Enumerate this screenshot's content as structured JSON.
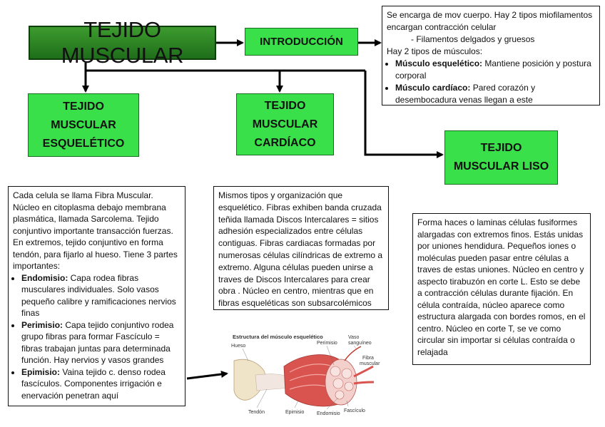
{
  "nodes": {
    "main": "TEJIDO MUSCULAR",
    "intro": "INTRODUCCIÓN",
    "esqueletico": [
      "TEJIDO",
      "MUSCULAR",
      "ESQUELÉTICO"
    ],
    "cardiaco": [
      "TEJIDO",
      "MUSCULAR",
      "CARDÍACO"
    ],
    "liso": [
      "TEJIDO",
      "MUSCULAR LISO"
    ]
  },
  "intro_text": {
    "line1": "Se encarga de mov cuerpo. Hay 2 tipos miofilamentos encargan contracción celular",
    "sub": "- Filamentos delgados y gruesos",
    "line2": "Hay 2 tipos de músculos:",
    "items": [
      {
        "term": "Músculo esquelético:",
        "desc": " Mantiene posición y postura corporal"
      },
      {
        "term": "Músculo cardíaco:",
        "desc": " Pared corazón y desembocadura venas llegan a este"
      }
    ]
  },
  "esqueletico_text": {
    "intro": "Cada celula se llama Fibra Muscular. Núcleo en citoplasma debajo membrana plasmática, llamada Sarcolema. Tejido conjuntivo importante transacción fuerzas. En extremos, tejido conjuntivo en forma tendón, para fijarlo al hueso. Tiene 3 partes importantes:",
    "items": [
      {
        "term": "Endomisio:",
        "desc": " Capa rodea fibras musculares individuales. Solo vasos pequeño calibre y ramificaciones nervios finas"
      },
      {
        "term": "Perimisio:",
        "desc": " Capa tejido conjuntivo rodea grupo fibras para formar Fascículo = fibras trabajan juntas para determinada función. Hay nervios y vasos grandes"
      },
      {
        "term": "Epimisio:",
        "desc": " Vaina tejido c. denso rodea fascículos. Componentes irrigación e enervación penetran aquí"
      }
    ]
  },
  "cardiaco_text": "Mismos tipos y organización que esquelético. Fibras exhiben banda cruzada teñida llamada Discos Intercalares = sitios adhesión especializados entre células contiguas. Fibras cardiacas formadas por numerosas células cilíndricas de extremo a extremo. Alguna células pueden unirse a traves de Discos Intercalares para crear obra . Núcleo en centro, mientras que en fibras esqueléticas son subsarcolémicos",
  "liso_text": "Forma haces o laminas células fusiformes alargadas con extremos finos. Estás unidas por uniones hendidura. Pequeños iones o moléculas pueden pasar entre células a traves de estas uniones. Núcleo en centro y aspecto tirabuzón en corte L. Esto se debe a contracción células durante fijación. En célula contraída, núcleo aparece como estructura alargada con bordes romos, en el centro. Núcleo en corte T, se ve como circular sin importar si células contraída o relajada",
  "figure": {
    "title": "Estructura del músculo esquelético",
    "labels": {
      "hueso": "Hueso",
      "perimisio": "Perimisio",
      "vaso": [
        "Vaso",
        "sanguíneo"
      ],
      "fibra": [
        "Fibra",
        "muscular"
      ],
      "tendon": "Tendón",
      "epimisio": "Epimisio",
      "endomisio": "Endomisio",
      "fasciculo": "Fascículo"
    }
  },
  "colors": {
    "node_fill": "#39e04a",
    "title_fill": "#2f8a24",
    "arrow": "#000000"
  }
}
